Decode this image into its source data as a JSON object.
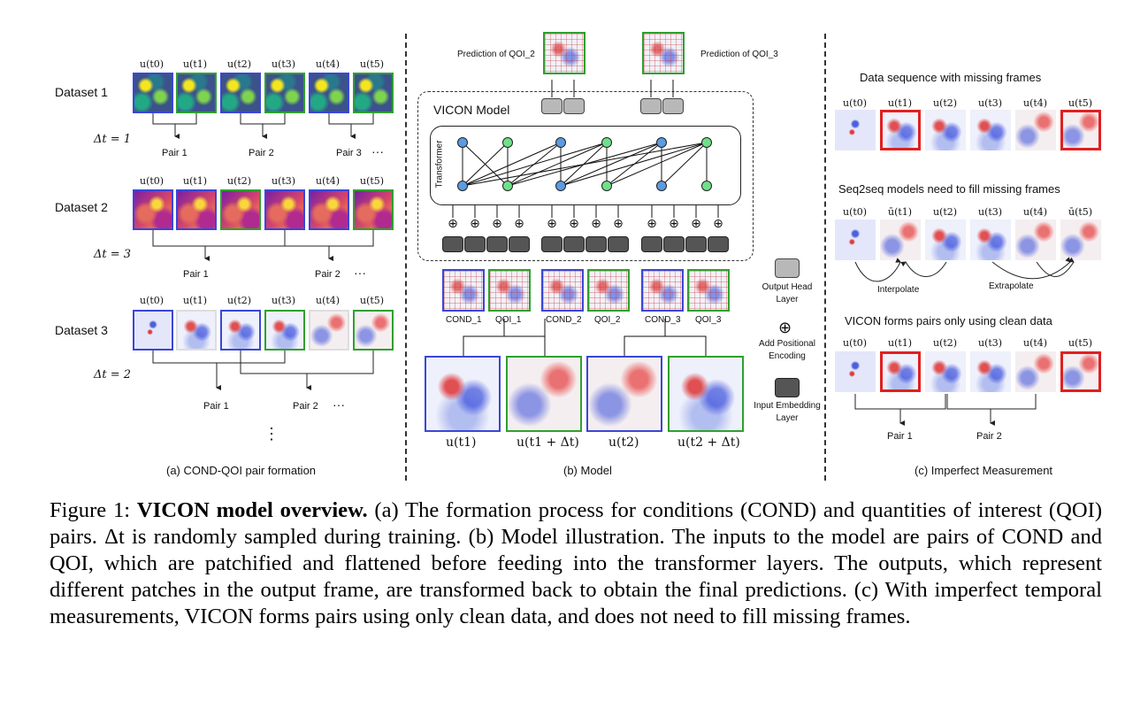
{
  "panel_a": {
    "time_labels": [
      "u(t0)",
      "u(t1)",
      "u(t2)",
      "u(t3)",
      "u(t4)",
      "u(t5)"
    ],
    "datasets": [
      {
        "label": "Dataset 1",
        "delta": "Δt = 1",
        "pairs": [
          "Pair 1",
          "Pair 2",
          "Pair 3"
        ],
        "ellipsis": "···"
      },
      {
        "label": "Dataset 2",
        "delta": "Δt = 3",
        "pairs": [
          "Pair 1",
          "Pair 2"
        ],
        "ellipsis": "···"
      },
      {
        "label": "Dataset 3",
        "delta": "Δt = 2",
        "pairs": [
          "Pair 1",
          "Pair 2"
        ],
        "ellipsis": "···"
      }
    ],
    "vertical_ellipsis": "⋮",
    "caption": "(a) COND-QOI pair formation"
  },
  "panel_b": {
    "outputs": [
      "Prediction of QOI_2",
      "Prediction of QOI_3"
    ],
    "model_title": "VICON Model",
    "transformer_label": "Transformer",
    "patch_labels": [
      "COND_1",
      "QOI_1",
      "COND_2",
      "QOI_2",
      "COND_3",
      "QOI_3"
    ],
    "input_labels": [
      "u(t1)",
      "u(t1 + Δt)",
      "u(t2)",
      "u(t2 + Δt)"
    ],
    "legend": [
      {
        "symbol": "gray-box",
        "label": "Output Head\nLayer"
      },
      {
        "symbol": "⊕",
        "label": "Add Positional\nEncoding"
      },
      {
        "symbol": "dark-box",
        "label": "Input Embedding\nLayer"
      }
    ],
    "caption": "(b) Model"
  },
  "panel_c": {
    "section1_title": "Data sequence with missing frames",
    "section2_title": "Seq2seq models need to fill missing frames",
    "section3_title": "VICON forms pairs only using clean data",
    "time_labels": [
      "u(t0)",
      "u(t1)",
      "u(t2)",
      "u(t3)",
      "u(t4)",
      "u(t5)"
    ],
    "time_labels_filled": [
      "u(t0)",
      "ū(t1)",
      "u(t2)",
      "u(t3)",
      "u(t4)",
      "ū(t5)"
    ],
    "interpolate": "Interpolate",
    "extrapolate": "Extrapolate",
    "pairs": [
      "Pair 1",
      "Pair 2"
    ],
    "caption": "(c) Imperfect Measurement"
  },
  "figure_caption": {
    "prefix": "Figure 1: ",
    "bold": "VICON model overview.",
    "text": " (a) The formation process for conditions (COND) and quantities of interest (QOI) pairs. Δt is randomly sampled during training. (b) Model illustration. The inputs to the model are pairs of COND and QOI, which are patchified and flattened before feeding into the transformer layers. The outputs, which represent different patches in the output frame, are transformed back to obtain the final predictions. (c) With imperfect temporal measurements, VICON forms pairs using only clean data, and does not need to fill missing frames."
  }
}
